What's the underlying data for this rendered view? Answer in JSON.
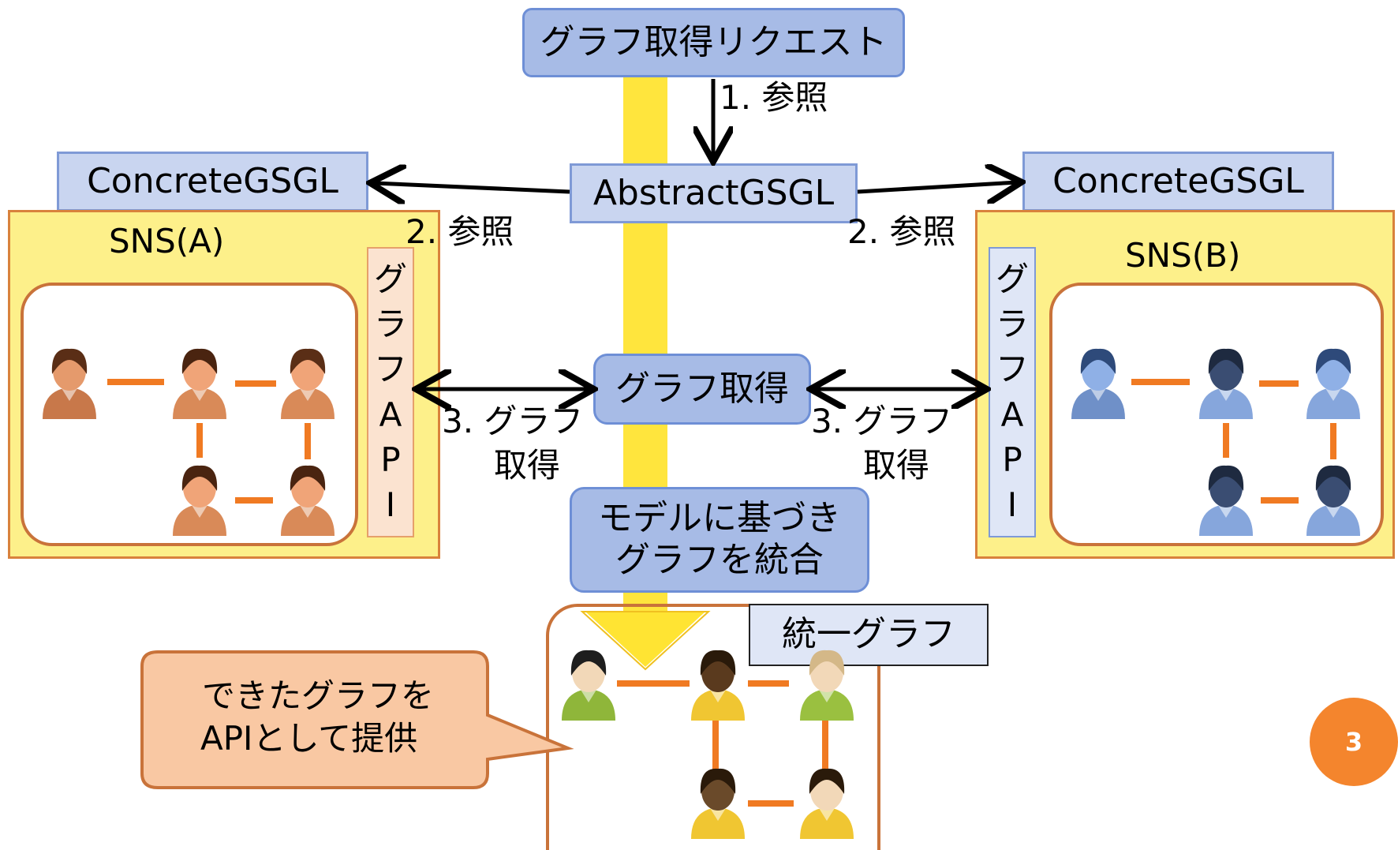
{
  "request_box": "グラフ取得リクエスト",
  "abstract_box": "AbstractGSGL",
  "concrete_left": "ConcreteGSGL",
  "concrete_right": "ConcreteGSGL",
  "sns_a_title": "SNS(A)",
  "sns_b_title": "SNS(B)",
  "api_chars": [
    "グ",
    "ラ",
    "フ",
    "A",
    "P",
    "I"
  ],
  "get_graph_box": "グラフ取得",
  "merge_box_line1": "モデルに基づき",
  "merge_box_line2": "グラフを統合",
  "unified_graph_label": "統一グラフ",
  "callout_line1": "できたグラフを",
  "callout_line2": "APIとして提供",
  "step1_label": "1. 参照",
  "step2_left_label": "2. 参照",
  "step2_right_label": "2. 参照",
  "step3_left_line1": "3. グラフ",
  "step3_left_line2": "取得",
  "step3_right_line1": "3. グラフ",
  "step3_right_line2": "取得",
  "page_number": "3",
  "colors": {
    "box_fill": "#bcc9ea",
    "box_border": "#7f9ad6",
    "panel_fill": "#fdf08a",
    "panel_border": "#d9823c",
    "edge": "#f07a22",
    "flow_arrow": "#ffe433",
    "callout_fill": "#f9c8a3",
    "page_badge": "#f4852d"
  }
}
